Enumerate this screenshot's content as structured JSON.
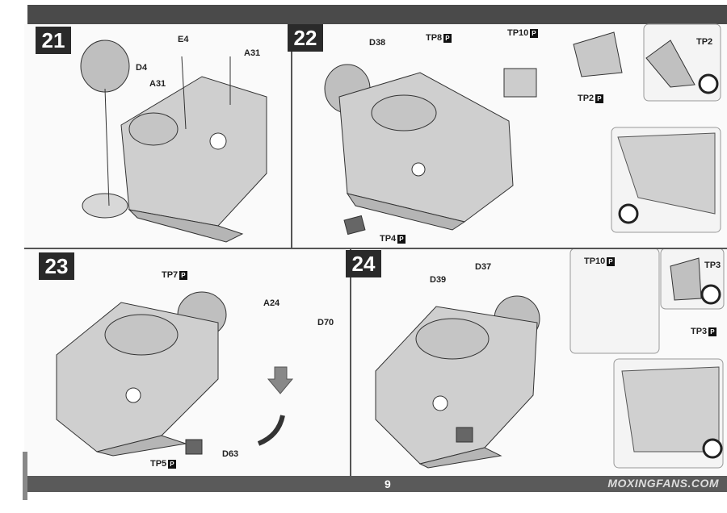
{
  "page_number": "9",
  "watermark": "MOXINGFANS.COM",
  "steps": [
    {
      "number": "21",
      "labels": [
        "E4",
        "A31",
        "D4",
        "A31"
      ]
    },
    {
      "number": "22",
      "labels": [
        "D38",
        "TP8",
        "TP10",
        "TP2",
        "TP2",
        "TP4"
      ]
    },
    {
      "number": "23",
      "labels": [
        "TP7",
        "A24",
        "D70",
        "TP5",
        "D63"
      ]
    },
    {
      "number": "24",
      "labels": [
        "D39",
        "D37",
        "TP10",
        "TP3",
        "TP3"
      ]
    }
  ]
}
